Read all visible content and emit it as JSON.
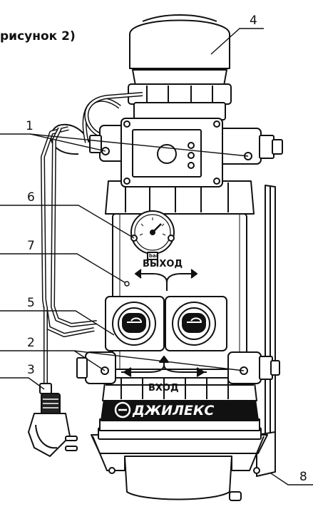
{
  "caption": "рисунок 2)",
  "labels": {
    "n1": "1",
    "n2": "2",
    "n3": "3",
    "n4": "4",
    "n5": "5",
    "n6": "6",
    "n7": "7",
    "n8": "8"
  },
  "flow": {
    "outlet": "ВЫХОД",
    "inlet": "ВХОД"
  },
  "brand": "ДЖИЛЕКС",
  "brand_mark": "®",
  "gauge_unit": "bar"
}
